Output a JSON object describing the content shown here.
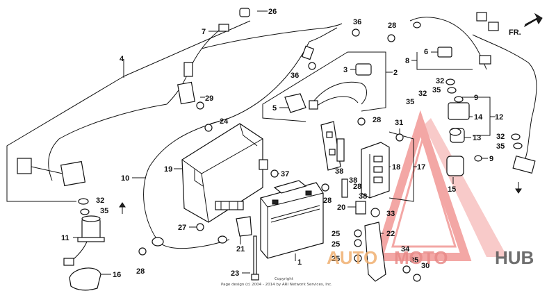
{
  "direction_label": "FR.",
  "copyright": {
    "line1": "Copyright",
    "line2": "Page design (c) 2004 - 2014 by ARI Network Services, Inc."
  },
  "watermark": {
    "part1": "AUTO",
    "part2": "MOTO",
    "part3": "HUB"
  },
  "callouts": [
    {
      "id": "c1",
      "text": "1"
    },
    {
      "id": "c2",
      "text": "2"
    },
    {
      "id": "c3",
      "text": "3"
    },
    {
      "id": "c4",
      "text": "4"
    },
    {
      "id": "c5",
      "text": "5"
    },
    {
      "id": "c6",
      "text": "6"
    },
    {
      "id": "c7",
      "text": "7"
    },
    {
      "id": "c8",
      "text": "8"
    },
    {
      "id": "c9a",
      "text": "9"
    },
    {
      "id": "c9b",
      "text": "9"
    },
    {
      "id": "c10",
      "text": "10"
    },
    {
      "id": "c11",
      "text": "11"
    },
    {
      "id": "c12",
      "text": "12"
    },
    {
      "id": "c13",
      "text": "13"
    },
    {
      "id": "c14",
      "text": "14"
    },
    {
      "id": "c15",
      "text": "15"
    },
    {
      "id": "c16",
      "text": "16"
    },
    {
      "id": "c17",
      "text": "17"
    },
    {
      "id": "c18",
      "text": "18"
    },
    {
      "id": "c19",
      "text": "19"
    },
    {
      "id": "c20",
      "text": "20"
    },
    {
      "id": "c21",
      "text": "21"
    },
    {
      "id": "c22",
      "text": "22"
    },
    {
      "id": "c23",
      "text": "23"
    },
    {
      "id": "c24",
      "text": "24"
    },
    {
      "id": "c25a",
      "text": "25"
    },
    {
      "id": "c25b",
      "text": "25"
    },
    {
      "id": "c25c",
      "text": "25"
    },
    {
      "id": "c26",
      "text": "26"
    },
    {
      "id": "c27",
      "text": "27"
    },
    {
      "id": "c28a",
      "text": "28"
    },
    {
      "id": "c28b",
      "text": "28"
    },
    {
      "id": "c28c",
      "text": "28"
    },
    {
      "id": "c28d",
      "text": "28"
    },
    {
      "id": "c28e",
      "text": "28"
    },
    {
      "id": "c29",
      "text": "29"
    },
    {
      "id": "c30",
      "text": "30"
    },
    {
      "id": "c31",
      "text": "31"
    },
    {
      "id": "c32a",
      "text": "32"
    },
    {
      "id": "c32b",
      "text": "32"
    },
    {
      "id": "c32c",
      "text": "32"
    },
    {
      "id": "c32d",
      "text": "32"
    },
    {
      "id": "c33",
      "text": "33"
    },
    {
      "id": "c34",
      "text": "34"
    },
    {
      "id": "c35a",
      "text": "35"
    },
    {
      "id": "c35b",
      "text": "35"
    },
    {
      "id": "c35c",
      "text": "35"
    },
    {
      "id": "c35d",
      "text": "35"
    },
    {
      "id": "c35e",
      "text": "35"
    },
    {
      "id": "c36a",
      "text": "36"
    },
    {
      "id": "c36b",
      "text": "36"
    },
    {
      "id": "c37",
      "text": "37"
    },
    {
      "id": "c38a",
      "text": "38"
    },
    {
      "id": "c38b",
      "text": "38"
    },
    {
      "id": "c38c",
      "text": "38"
    }
  ]
}
